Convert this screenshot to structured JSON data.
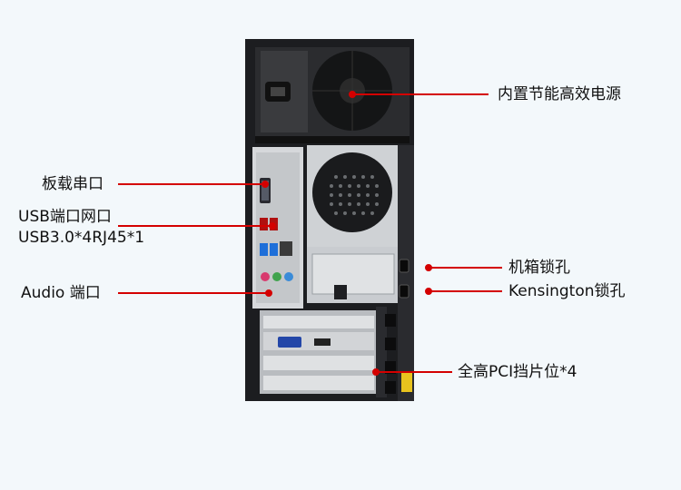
{
  "labels": {
    "psu": "内置节能高效电源",
    "serial": "板载串口",
    "usb_line1": "USB端口网口",
    "usb_line2": "USB3.0*4RJ45*1",
    "audio": "Audio 端口",
    "chassis_lock": "机箱锁孔",
    "kensington": "Kensington锁孔",
    "pci": "全高PCI挡片位*4"
  },
  "colors": {
    "leader_line": "#d40000",
    "background": "#f3f8fb",
    "case_dark": "#1c1d20",
    "panel_metal": "#cfd2d5"
  }
}
